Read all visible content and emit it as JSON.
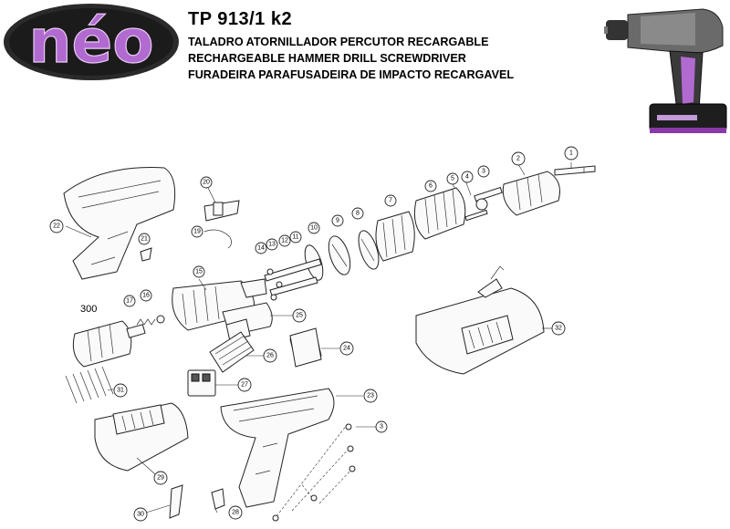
{
  "brand": {
    "logo_text": "néo"
  },
  "header": {
    "model": "TP 913/1 k2",
    "title_es": "TALADRO ATORNILLADOR PERCUTOR RECARGABLE",
    "title_en": "RECHARGEABLE HAMMER DRILL SCREWDRIVER",
    "title_pt": "FURADEIRA PARAFUSADEIRA DE IMPACTO RECARGAVEL"
  },
  "diagram": {
    "motor_label": "300",
    "callouts": [
      "1",
      "2",
      "3",
      "4",
      "5",
      "6",
      "7",
      "8",
      "9",
      "10",
      "11",
      "12",
      "13",
      "14",
      "15",
      "16",
      "17",
      "19",
      "20",
      "21",
      "22",
      "23",
      "24",
      "25",
      "26",
      "27",
      "28",
      "29",
      "30",
      "31",
      "32",
      "3"
    ]
  },
  "colors": {
    "logo_oval": "#2a2a2a",
    "logo_purple": "#b06ad0",
    "battery_purple": "#8a3aa8"
  }
}
